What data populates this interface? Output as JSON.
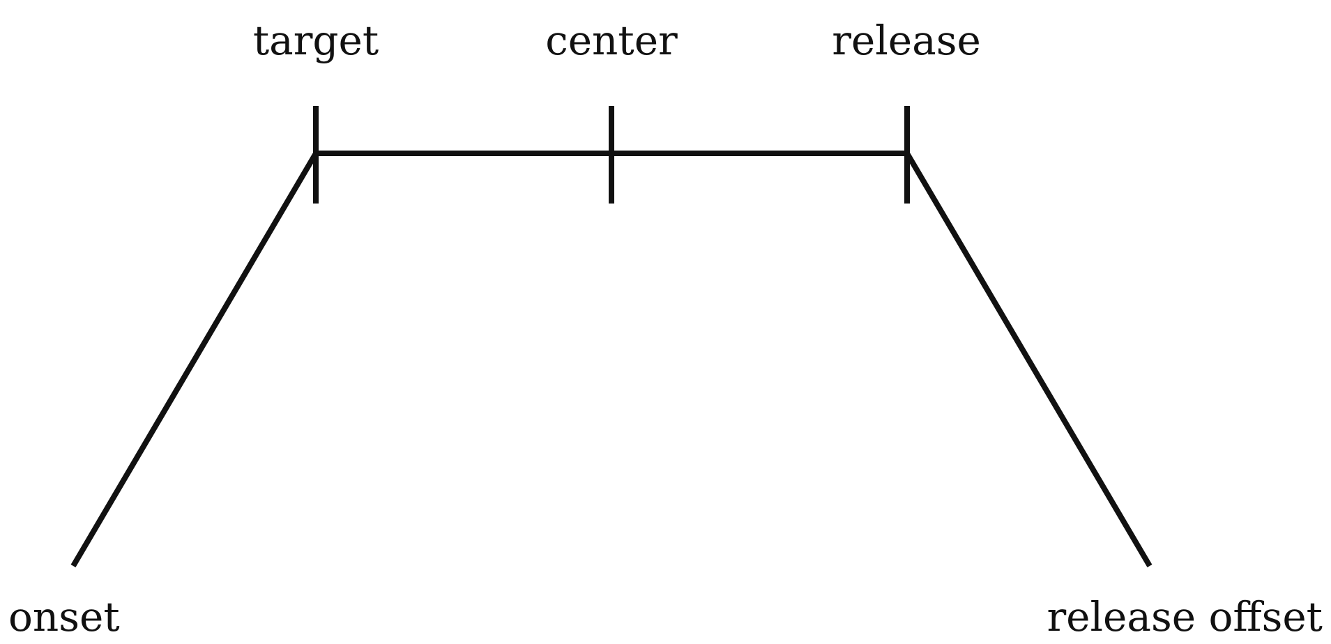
{
  "labels": {
    "target": "target",
    "center": "center",
    "release": "release",
    "onset": "onset",
    "release_offset": "release offset"
  },
  "colors": {
    "ink": "#111111",
    "background": "#ffffff"
  }
}
